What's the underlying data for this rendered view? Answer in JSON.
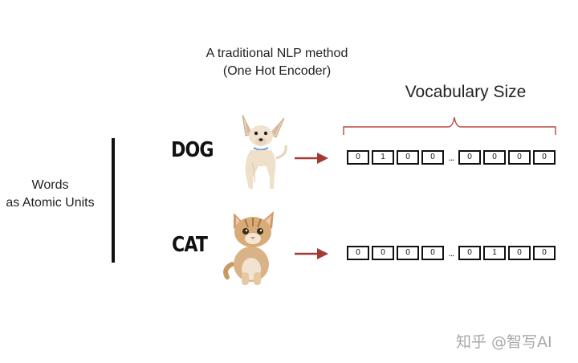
{
  "title": {
    "line1": "A traditional NLP method",
    "line2": "(One Hot Encoder)"
  },
  "vocab_label": "Vocabulary Size",
  "left_label": {
    "line1": "Words",
    "line2": "as Atomic Units"
  },
  "rows": [
    {
      "word": "DOG",
      "vector_left": [
        "0",
        "1",
        "0",
        "0"
      ],
      "vector_right": [
        "0",
        "0",
        "0",
        "0"
      ]
    },
    {
      "word": "CAT",
      "vector_left": [
        "0",
        "0",
        "0",
        "0"
      ],
      "vector_right": [
        "0",
        "1",
        "0",
        "0"
      ]
    }
  ],
  "ellipsis": "...",
  "watermark": "知乎 @智写AI",
  "colors": {
    "arrow": "#a33a34",
    "brace": "#b84a44",
    "text": "#222222",
    "watermark": "#a8a8a8"
  }
}
